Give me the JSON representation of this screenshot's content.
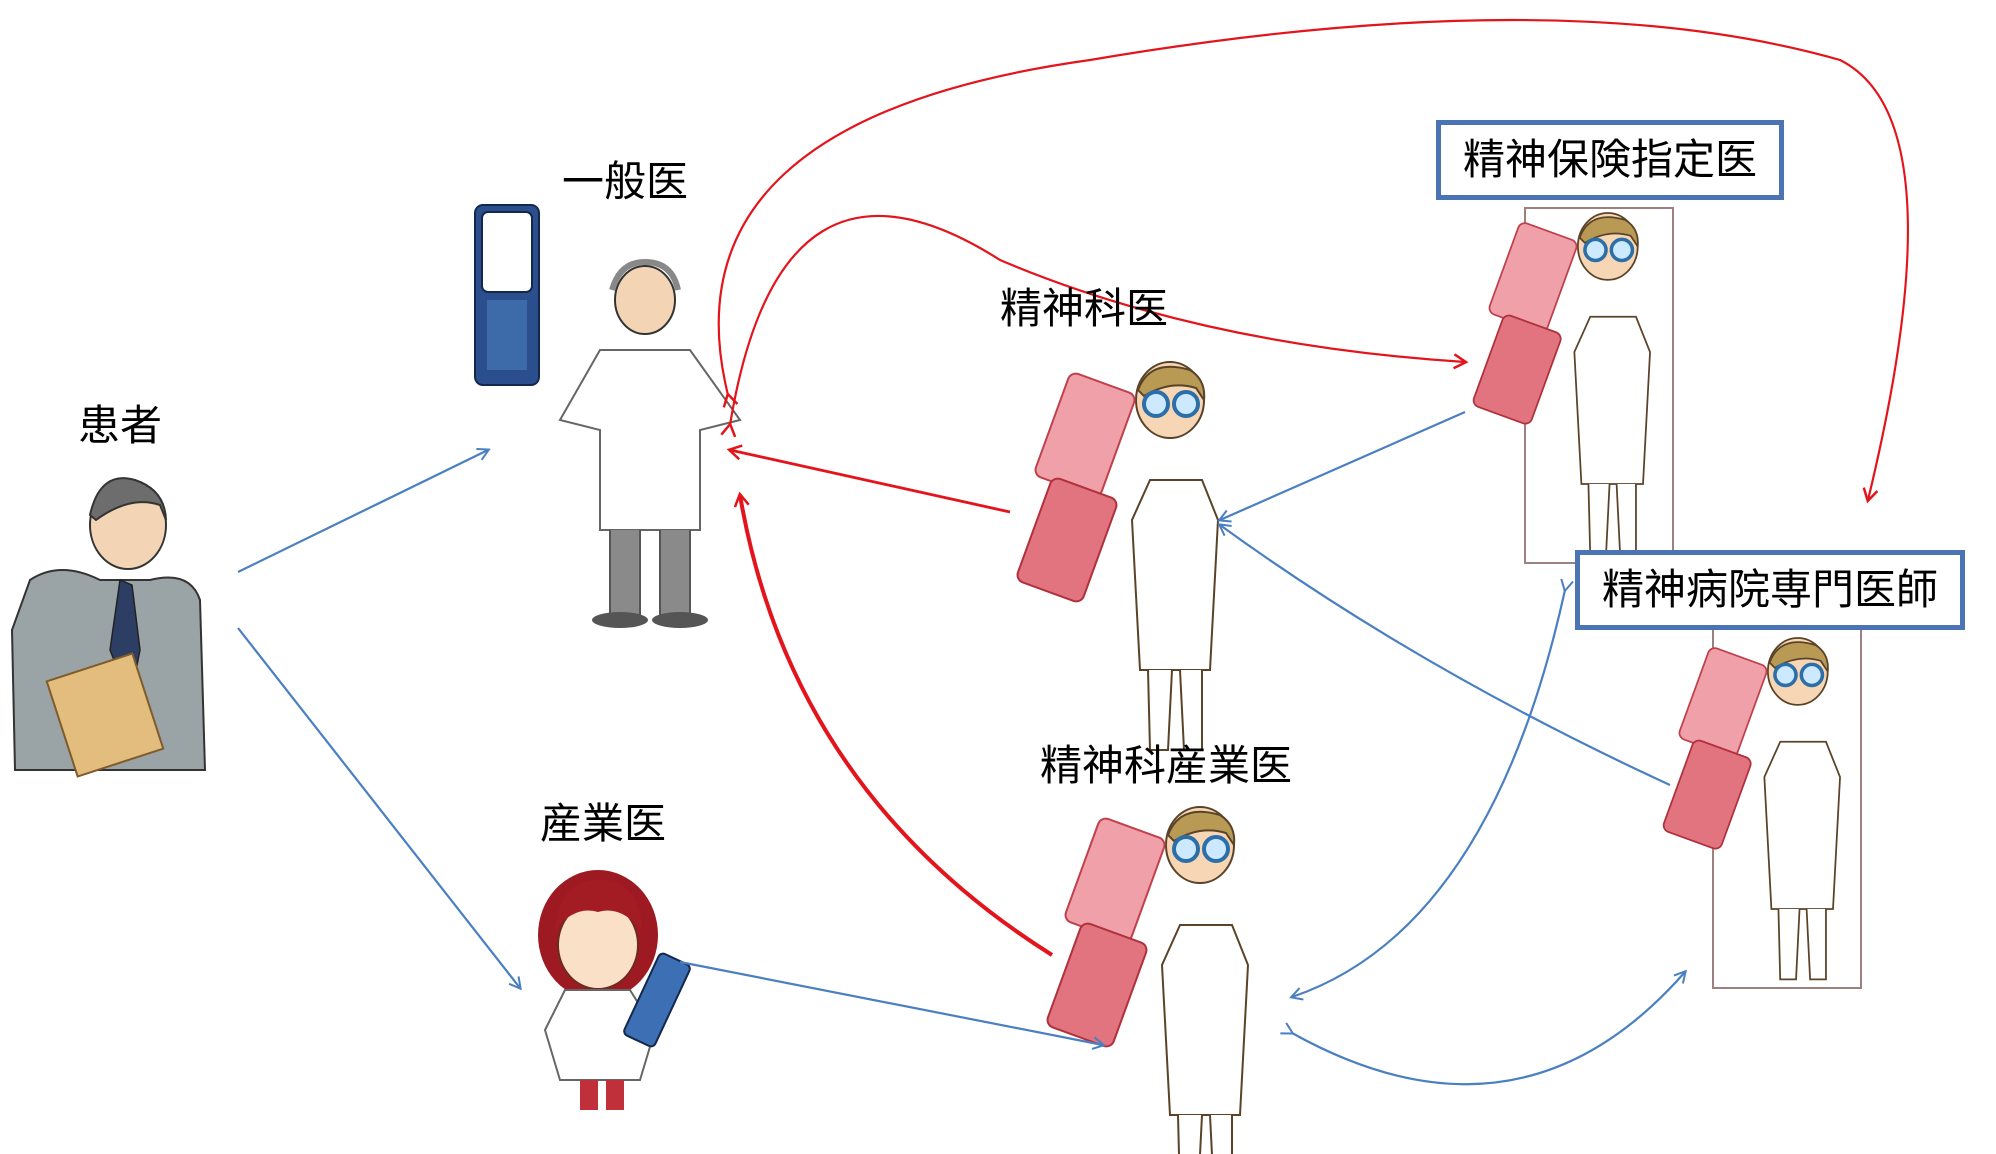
{
  "nodes": {
    "patient": {
      "label": "患者"
    },
    "gp": {
      "label": "一般医"
    },
    "industrial": {
      "label": "産業医"
    },
    "psychiatrist": {
      "label": "精神科医"
    },
    "psych_industrial": {
      "label": "精神科産業医"
    },
    "designated": {
      "label": "精神保険指定医"
    },
    "hospital": {
      "label": "精神病院専門医師"
    }
  },
  "colors": {
    "blue_arrow": "#4a7fc1",
    "red_arrow": "#e3141b",
    "box_border": "#4a74b4",
    "red_phone": "#e0707a",
    "blue_phone": "#2f5f9e"
  }
}
